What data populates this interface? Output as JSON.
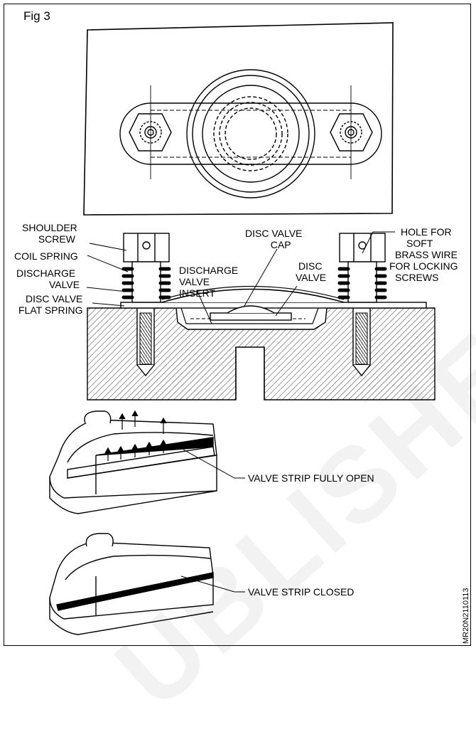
{
  "figure": {
    "title": "Fig 3",
    "code": "MR20N2110113",
    "watermark": "UBLISHED"
  },
  "labels": {
    "shoulder_screw": [
      "SHOULDER",
      "SCREW"
    ],
    "coil_spring": "COIL SPRING",
    "discharge_valve": [
      "DISCHARGE",
      "VALVE"
    ],
    "disc_valve_flat_spring": [
      "DISC VALVE",
      "FLAT SPRING"
    ],
    "discharge_valve_insert": [
      "DISCHARGE",
      "VALVE",
      "INSERT"
    ],
    "disc_valve_cap": [
      "DISC VALVE",
      "CAP"
    ],
    "disc_valve": [
      "DISC",
      "VALVE"
    ],
    "hole_for_wire": [
      "HOLE FOR",
      "SOFT",
      "BRASS WIRE",
      "FOR LOCKING",
      "SCREWS"
    ],
    "valve_strip_open": "VALVE STRIP FULLY OPEN",
    "valve_strip_closed": "VALVE STRIP CLOSED"
  }
}
